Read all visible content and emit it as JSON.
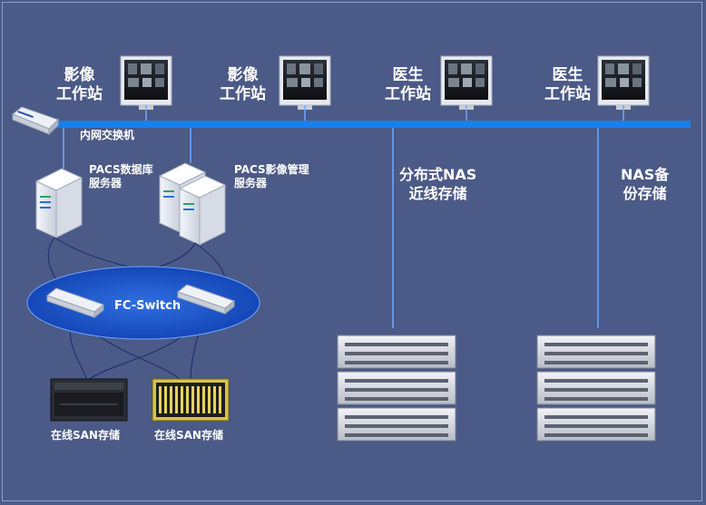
{
  "workstations": [
    {
      "line1": "影像",
      "line2": "工作站"
    },
    {
      "line1": "影像",
      "line2": "工作站"
    },
    {
      "line1": "医生",
      "line2": "工作站"
    },
    {
      "line1": "医生",
      "line2": "工作站"
    }
  ],
  "switch_label": "内网交换机",
  "pacs_db": {
    "line1": "PACS数据库",
    "line2": "服务器"
  },
  "pacs_img": {
    "line1": "PACS影像管理",
    "line2": "服务器"
  },
  "fc_switch": "FC-Switch",
  "san": [
    "在线SAN存储",
    "在线SAN存储"
  ],
  "nas": {
    "line1": "分布式NAS",
    "line2": "近线存储"
  },
  "nas_backup": {
    "line1": "NAS备",
    "line2": "份存储"
  },
  "colors": {
    "background": "#4b5a87",
    "backbone": "#1a7fe8",
    "lines": "#6fa8ff"
  }
}
